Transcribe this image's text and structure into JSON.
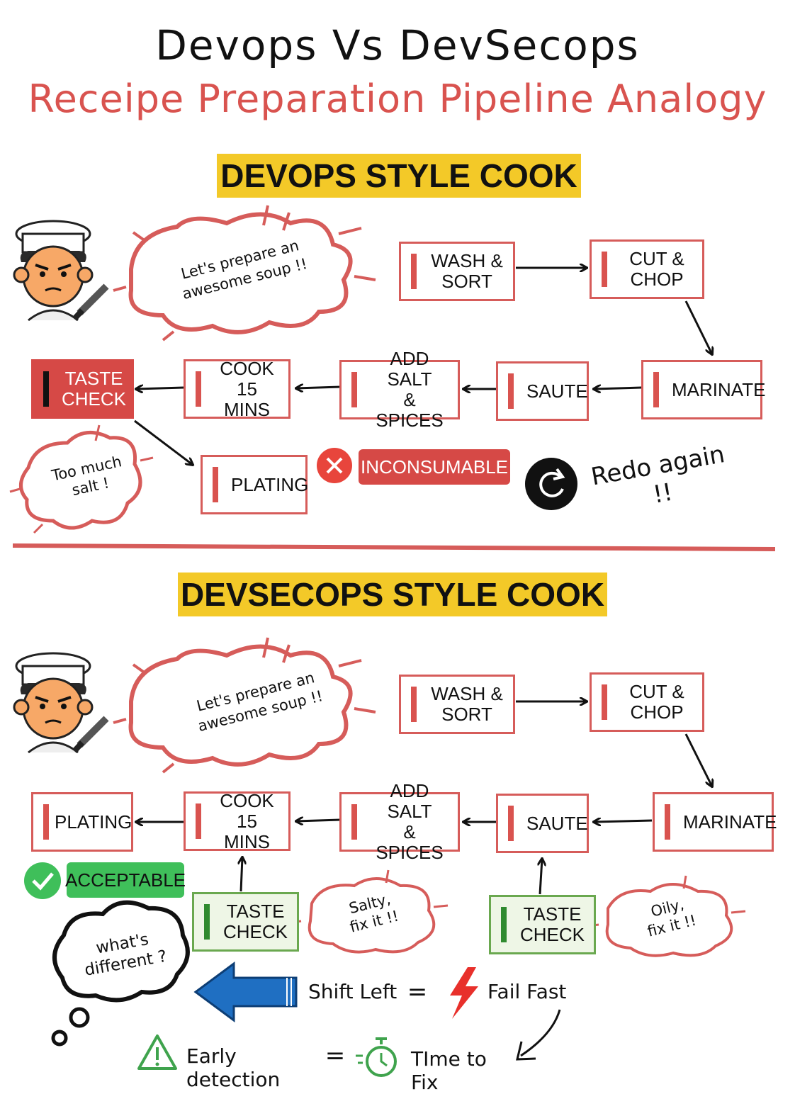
{
  "title": "Devops Vs DevSecops",
  "subtitle": "Receipe Preparation Pipeline Analogy",
  "devops": {
    "banner": "DEVOPS STYLE COOK",
    "speech": "Let's prepare an\nawesome soup !!",
    "steps": {
      "wash": "WASH &\nSORT",
      "cut": "CUT &\nCHOP",
      "marinate": "MARINATE",
      "saute": "SAUTE",
      "salt": "ADD SALT\n& SPICES",
      "cook": "COOK\n15 MINS",
      "taste": "TASTE\nCHECK",
      "plating": "PLATING"
    },
    "complaint": "Too much\nsalt !",
    "result": "INCONSUMABLE",
    "redo": "Redo again !!"
  },
  "devsecops": {
    "banner": "DEVSECOPS STYLE COOK",
    "speech": "Let's prepare an\nawesome soup !!",
    "steps": {
      "wash": "WASH &\nSORT",
      "cut": "CUT &\nCHOP",
      "marinate": "MARINATE",
      "saute": "SAUTE",
      "salt": "ADD SALT\n& SPICES",
      "cook": "COOK\n15 MINS",
      "plating": "PLATING",
      "taste1": "TASTE\nCHECK",
      "taste2": "TASTE\nCHECK"
    },
    "result": "ACCEPTABLE",
    "note1": "Salty,\nfix it !!",
    "note2": "Oily,\nfix it !!",
    "thought": "what's\ndifferent ?",
    "shift_left": "Shift Left",
    "fail_fast": "Fail Fast",
    "early_detection": "Early detection",
    "time_to_fix": "TIme to Fix",
    "equals": "="
  },
  "colors": {
    "accent": "#d9534f",
    "banner": "#f3c928",
    "green": "#3fbf5a",
    "blue": "#1f6fc2"
  }
}
